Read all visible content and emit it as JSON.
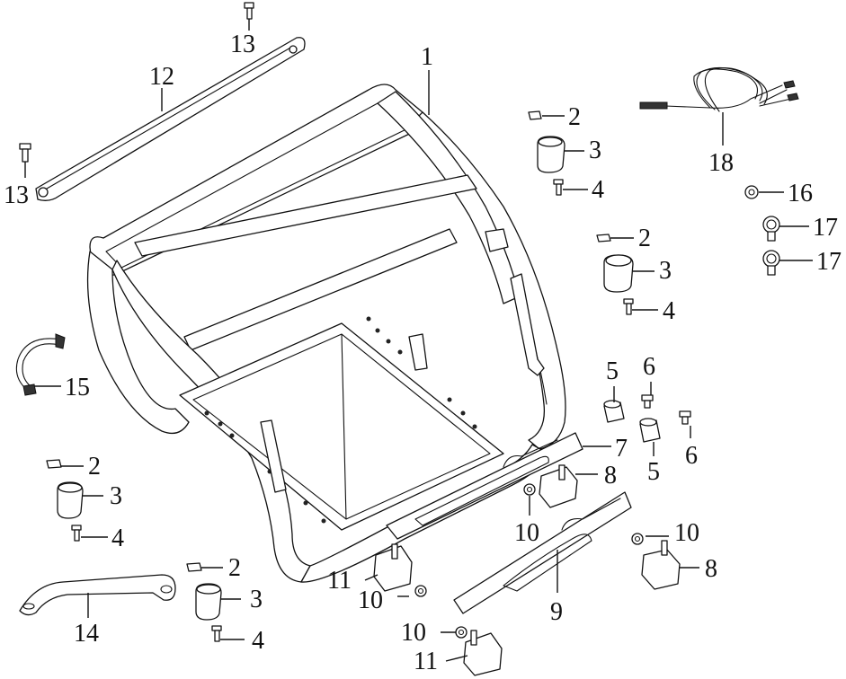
{
  "labels": {
    "frame": "1",
    "nut": "2",
    "rubber_damper": "3",
    "bolt": "4",
    "spacer": "5",
    "flange_bolt": "6",
    "bracket_right": "7",
    "mount": "8",
    "bracket_left": "9",
    "washer_nut": "10",
    "mount_small": "11",
    "top_rail": "12",
    "rail_bolt": "13",
    "handle": "14",
    "ground_wire": "15",
    "clip": "16",
    "clamp": "17",
    "cable": "18"
  },
  "colors": {
    "line": "#111111",
    "background": "#ffffff"
  }
}
